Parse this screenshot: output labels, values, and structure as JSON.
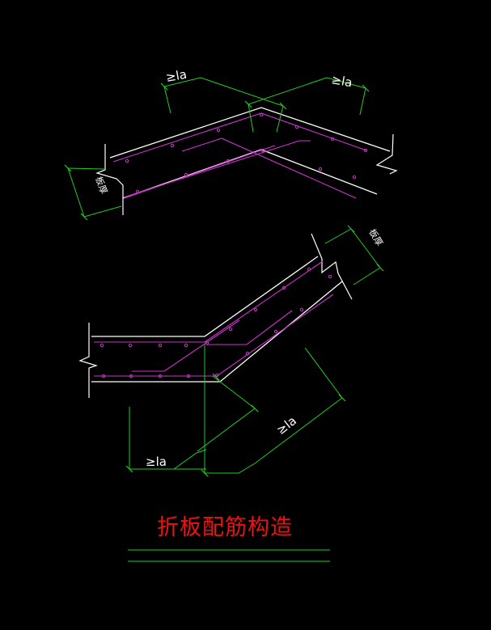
{
  "title": "折板配筋构造",
  "labels": {
    "anchorage": "≥la",
    "thickness": "板厚"
  },
  "colors": {
    "background": "#000000",
    "concrete": "#ffffff",
    "rebar": "#cc33cc",
    "dimension": "#22cc22",
    "title": "#ee1111",
    "underline": "#22cc22"
  }
}
